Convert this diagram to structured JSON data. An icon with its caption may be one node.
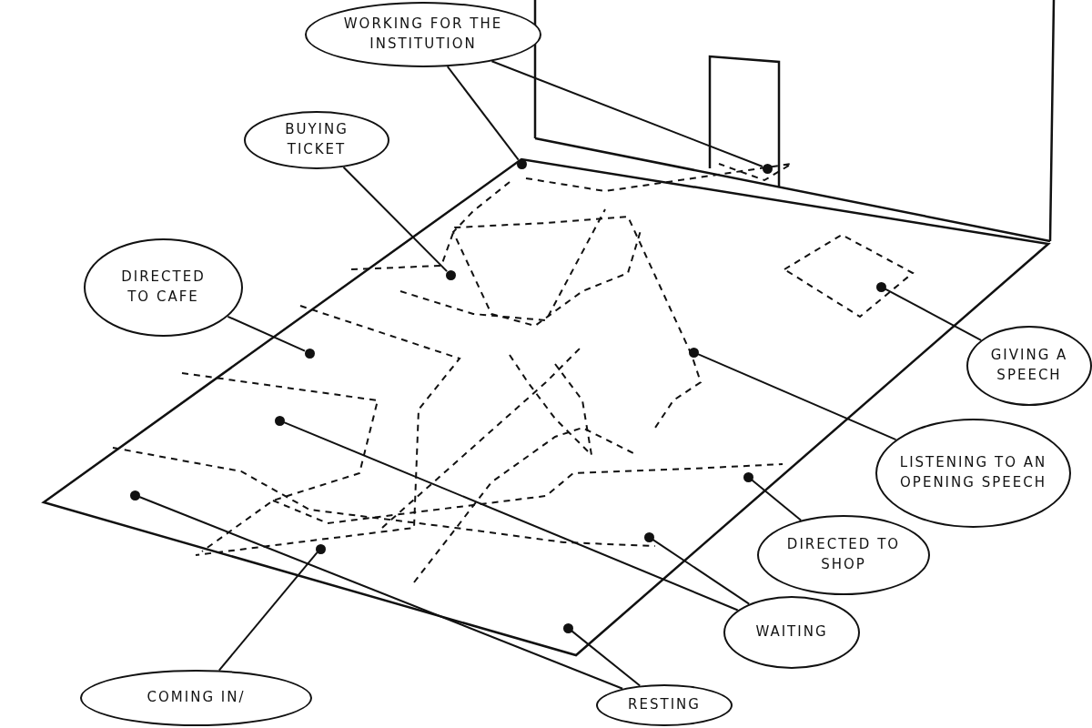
{
  "diagram": {
    "nodes": [
      {
        "text": [
          "WORKING FOR THE INSTITUTION"
        ]
      },
      {
        "text": [
          "BUYING TICKET"
        ]
      },
      {
        "text": [
          "DIRECTED TO CAFE"
        ]
      },
      {
        "text": [
          "GIVING A SPEECH"
        ]
      },
      {
        "text": [
          "LISTENING TO AN OPENING SPEECH"
        ]
      },
      {
        "text": [
          "DIRECTED TO SHOP"
        ]
      },
      {
        "text": [
          "WAITING"
        ]
      },
      {
        "text": [
          "COMING IN/"
        ]
      },
      {
        "text": [
          "RESTING"
        ]
      },
      {
        "text": [],
        "shape": "circle"
      },
      {
        "text": [],
        "shape": "circle"
      },
      {
        "text": [],
        "shape": "circle"
      },
      {
        "text": [],
        "shape": "circle"
      },
      {
        "text": [],
        "shape": "circle"
      },
      {
        "text": [],
        "shape": "circle"
      },
      {
        "text": [],
        "shape": "circle"
      },
      {
        "text": [],
        "shape": "circle"
      },
      {
        "text": [],
        "shape": "circle"
      },
      {
        "text": [],
        "shape": "circle"
      },
      {
        "text": [],
        "shape": "circle"
      },
      {
        "text": [],
        "shape": "circle"
      }
    ],
    "edges": [
      {
        "from": 0,
        "to": 9,
        "arrow": "none"
      },
      {
        "from": 0,
        "to": 10,
        "arrow": "none"
      },
      {
        "from": 1,
        "to": 11,
        "arrow": "none"
      },
      {
        "from": 2,
        "to": 14,
        "arrow": "none"
      },
      {
        "from": 3,
        "to": 12,
        "arrow": "none"
      },
      {
        "from": 4,
        "to": 13,
        "arrow": "none"
      },
      {
        "from": 5,
        "to": 16,
        "arrow": "none"
      },
      {
        "from": 6,
        "to": 15,
        "arrow": "none"
      },
      {
        "from": 6,
        "to": 18,
        "arrow": "none"
      },
      {
        "from": 7,
        "to": 19,
        "arrow": "none"
      },
      {
        "from": 8,
        "to": 20,
        "arrow": "none"
      },
      {
        "from": 8,
        "to": 17,
        "arrow": "none"
      }
    ]
  }
}
